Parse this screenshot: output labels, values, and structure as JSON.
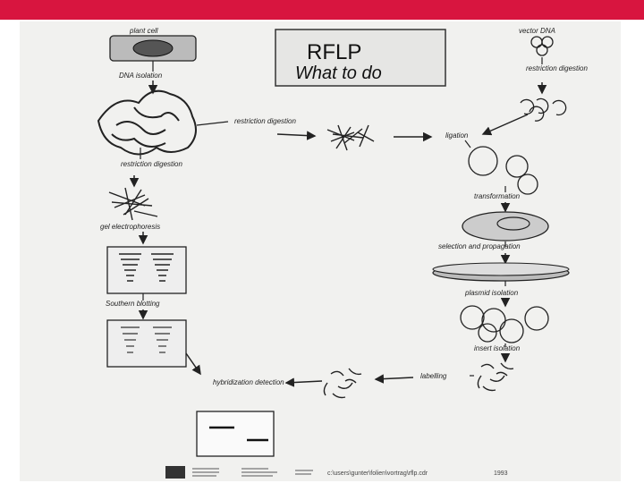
{
  "title": {
    "line1": "RFLP",
    "line2": "What to do"
  },
  "labels": {
    "plant_cell": "plant cell",
    "dna_isolation": "DNA isolation",
    "restriction_digestion_top": "restriction digestion",
    "restriction_digestion_left": "restriction digestion",
    "gel_electrophoresis": "gel electrophoresis",
    "southern_blotting": "Southern blotting",
    "hybridization_detection": "hybridization detection",
    "vector_dna": "vector DNA",
    "restriction_digestion_right": "restriction digestion",
    "ligation": "ligation",
    "transformation": "transformation",
    "selection_propagation": "selection and propagation",
    "plasmid_isolation": "plasmid isolation",
    "insert_isolation": "insert isolation",
    "labelling": "labelling"
  },
  "footer": {
    "path": "c:\\users\\gunter\\folien\\vortrag\\rflp.cdr",
    "year": "1993"
  },
  "colors": {
    "accent_bar": "#d8153f",
    "paper": "#f1f1ef",
    "ink": "#222222"
  }
}
